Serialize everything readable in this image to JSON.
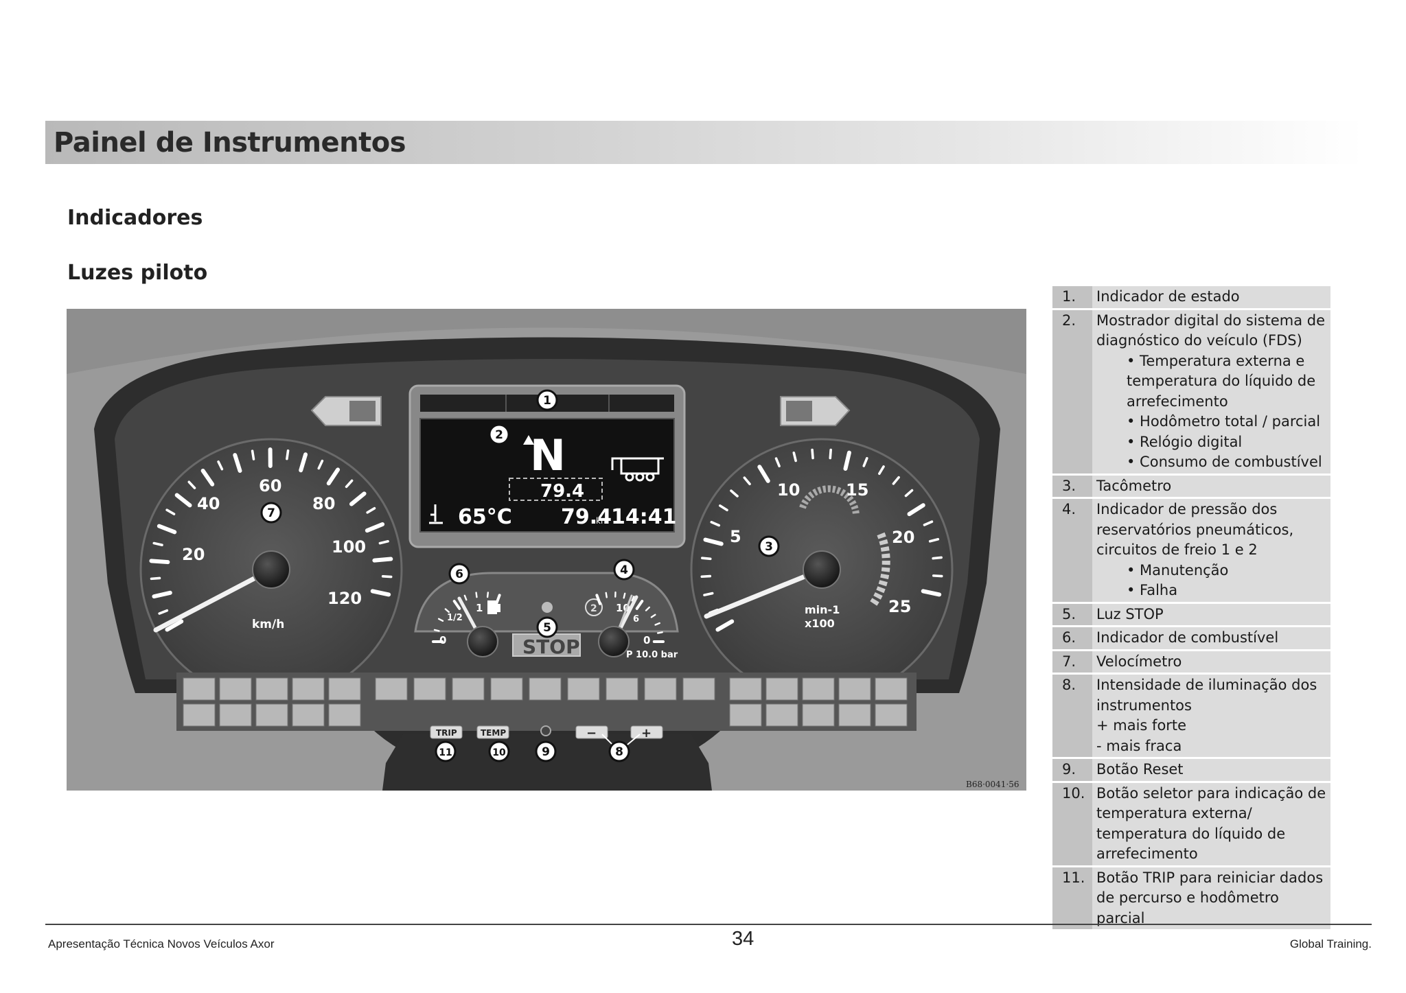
{
  "page": {
    "title": "Painel de Instrumentos",
    "subtitle1": "Indicadores",
    "subtitle2": "Luzes piloto"
  },
  "figure": {
    "ref_code": "B68·0041·56",
    "speedo": {
      "labels": [
        "20",
        "40",
        "60",
        "80",
        "100",
        "120"
      ],
      "unit": "km/h"
    },
    "tacho": {
      "labels": [
        "5",
        "10",
        "15",
        "20",
        "25"
      ],
      "unit1": "min-1",
      "unit2": "x100"
    },
    "fuel": {
      "labels": [
        "0",
        "1/2",
        "1"
      ]
    },
    "pressure": {
      "labels": [
        "0",
        "6",
        "10"
      ],
      "readout": "P 10.0 bar"
    },
    "display": {
      "gear": "N",
      "coolant": "65°C",
      "odometer1": "79.4",
      "odometer2": "79.4",
      "km_unit": "km",
      "clock": "14:41"
    },
    "stop_label": "STOP",
    "buttons": {
      "trip": "TRIP",
      "temp": "TEMP",
      "minus": "−",
      "plus": "+"
    },
    "callouts": [
      "1",
      "2",
      "3",
      "4",
      "5",
      "6",
      "7",
      "8",
      "9",
      "10",
      "11"
    ]
  },
  "legend": [
    {
      "num": "1.",
      "lines": [
        {
          "t": "Indicador de estado",
          "b": false
        }
      ]
    },
    {
      "num": "2.",
      "lines": [
        {
          "t": "Mostrador digital do sistema de diagnóstico do veículo (FDS)",
          "b": false
        },
        {
          "t": "• Temperatura externa e temperatura do líquido de arrefecimento",
          "b": true
        },
        {
          "t": "• Hodômetro total / parcial",
          "b": true
        },
        {
          "t": "• Relógio digital",
          "b": true
        },
        {
          "t": "• Consumo de combustível",
          "b": true
        }
      ]
    },
    {
      "num": "3.",
      "lines": [
        {
          "t": "Tacômetro",
          "b": false
        }
      ]
    },
    {
      "num": "4.",
      "lines": [
        {
          "t": "Indicador de pressão dos reservatórios pneumáticos, circuitos de freio 1 e 2",
          "b": false
        },
        {
          "t": "• Manutenção",
          "b": true
        },
        {
          "t": "• Falha",
          "b": true
        }
      ]
    },
    {
      "num": "5.",
      "lines": [
        {
          "t": "Luz STOP",
          "b": false
        }
      ]
    },
    {
      "num": "6.",
      "lines": [
        {
          "t": "Indicador de combustível",
          "b": false
        }
      ]
    },
    {
      "num": "7.",
      "lines": [
        {
          "t": "Velocímetro",
          "b": false
        }
      ]
    },
    {
      "num": "8.",
      "lines": [
        {
          "t": "Intensidade de iluminação dos instrumentos",
          "b": false
        },
        {
          "t": "+ mais forte",
          "b": false
        },
        {
          "t": "- mais fraca",
          "b": false
        }
      ]
    },
    {
      "num": "9.",
      "lines": [
        {
          "t": "Botão Reset",
          "b": false
        }
      ]
    },
    {
      "num": "10.",
      "lines": [
        {
          "t": "Botão seletor para indicação de temperatura externa/ temperatura do líquido de arrefecimento",
          "b": false
        }
      ]
    },
    {
      "num": "11.",
      "lines": [
        {
          "t": "Botão TRIP para reiniciar dados de percurso e hodômetro parcial",
          "b": false
        }
      ]
    }
  ],
  "footer": {
    "left": "Apresentação Técnica Novos Veículos Axor",
    "page_number": "34",
    "right": "Global Training."
  }
}
